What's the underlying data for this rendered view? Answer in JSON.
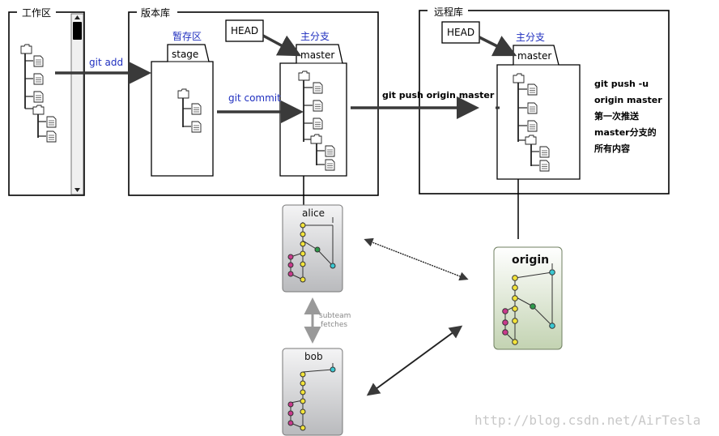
{
  "groups": {
    "workspace": "工作区",
    "repository": "版本库",
    "remote": "远程库"
  },
  "stage": {
    "label": "暂存区",
    "tab": "stage"
  },
  "local_branch": {
    "label": "主分支",
    "tab": "master",
    "head": "HEAD"
  },
  "remote_branch": {
    "label": "主分支",
    "tab": "master",
    "head": "HEAD"
  },
  "commands": {
    "add": "git add",
    "commit": "git commit",
    "push": "git push origin master"
  },
  "note": [
    "git push -u",
    "origin master",
    "第一次推送",
    "master分支的",
    "所有内容"
  ],
  "repos": {
    "alice": "alice",
    "bob": "bob",
    "origin": "origin"
  },
  "subteam_fetches": [
    "subteam",
    "fetches"
  ],
  "watermark": "http://blog.csdn.net/AirTesla",
  "colors": {
    "arrow": "#3a3a3a",
    "blue_text": "#1f2fbf",
    "node_yellow": "#f2e33a",
    "node_magenta": "#c93a8c",
    "node_green": "#2e9a4a",
    "node_cyan": "#3ac8d2",
    "card_gray": "#c9cacc",
    "card_green": "#cfdcc0"
  }
}
